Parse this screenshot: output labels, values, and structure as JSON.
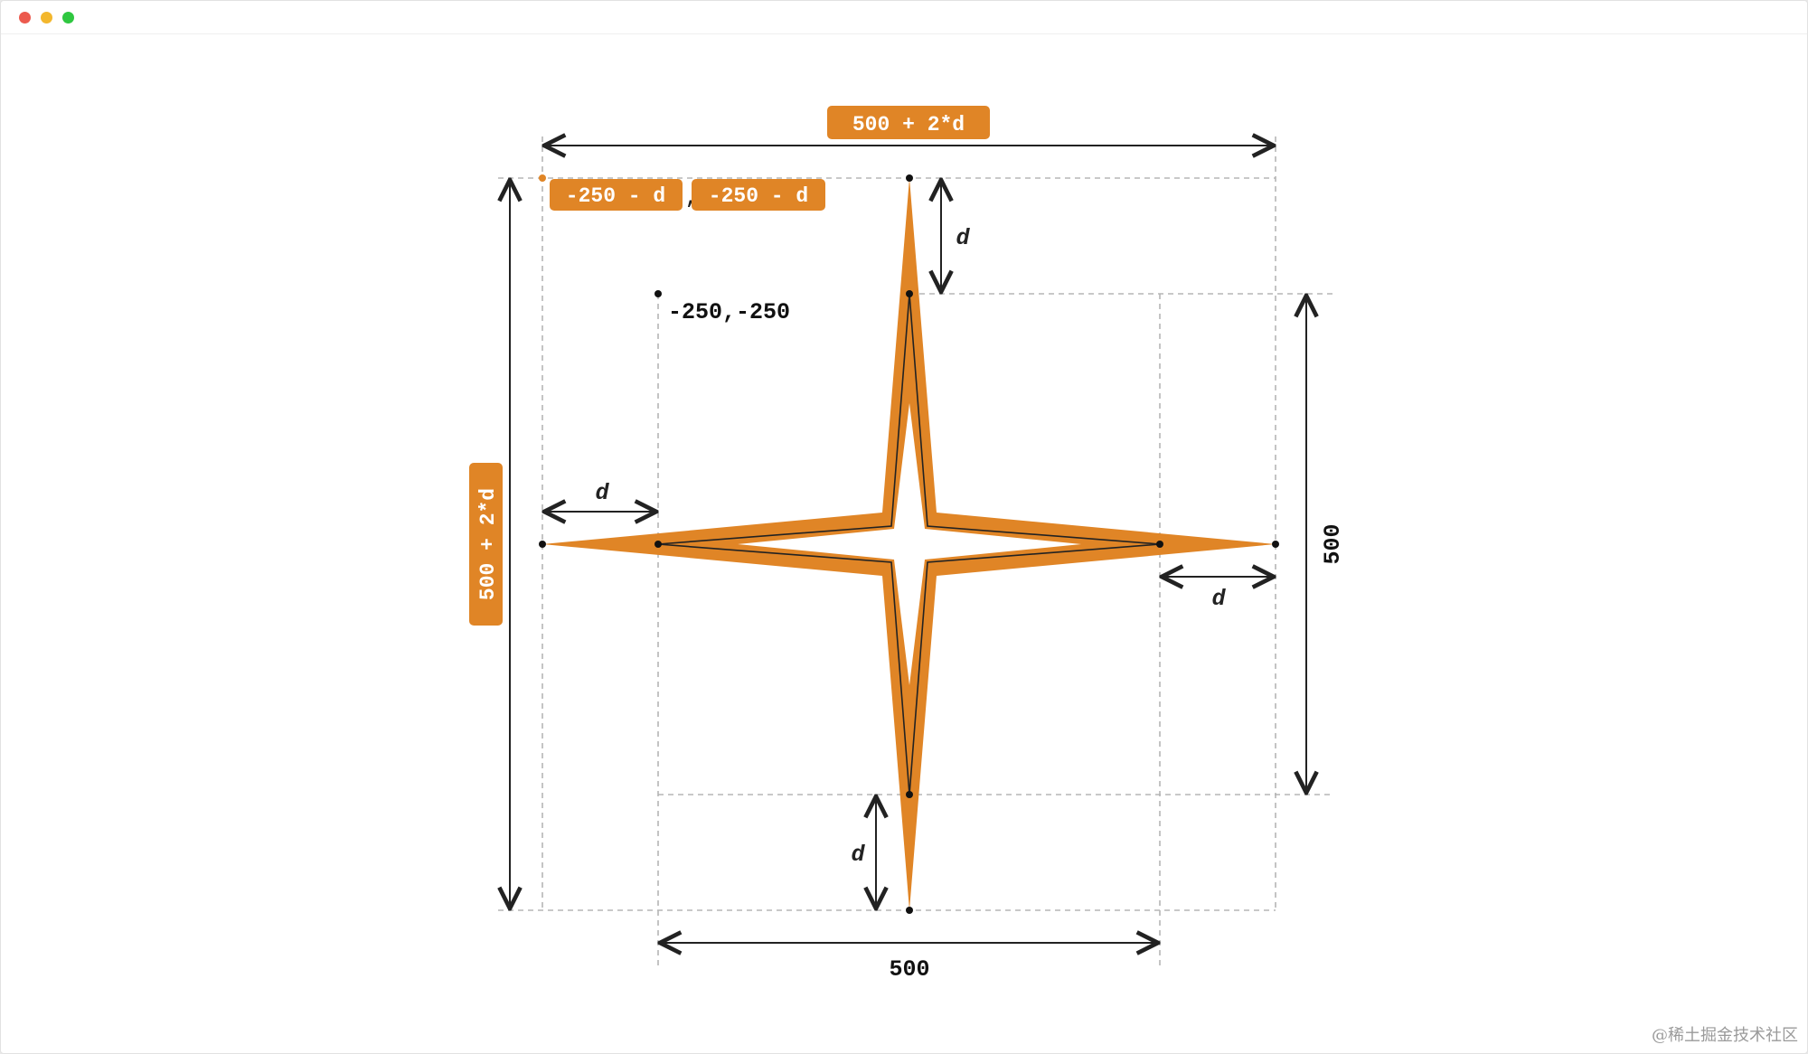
{
  "window": {
    "controls": [
      {
        "name": "close",
        "color": "#ec5a4e"
      },
      {
        "name": "minimize",
        "color": "#f3b72d"
      },
      {
        "name": "zoom",
        "color": "#2fc740"
      }
    ]
  },
  "colors": {
    "accent": "#e08526",
    "stroke": "#222222",
    "guide": "#b5b5b5"
  },
  "labels": {
    "top_width": "500 + 2*d",
    "left_height": "500 + 2*d",
    "corner_x": "-250 - d",
    "corner_sep": ",",
    "corner_y": "-250 - d",
    "inner_corner": "-250,-250",
    "d_top": "d",
    "d_left": "d",
    "d_right": "d",
    "d_bottom": "d",
    "bottom_width": "500",
    "right_height": "500"
  },
  "watermark": "@稀土掘金技术社区"
}
